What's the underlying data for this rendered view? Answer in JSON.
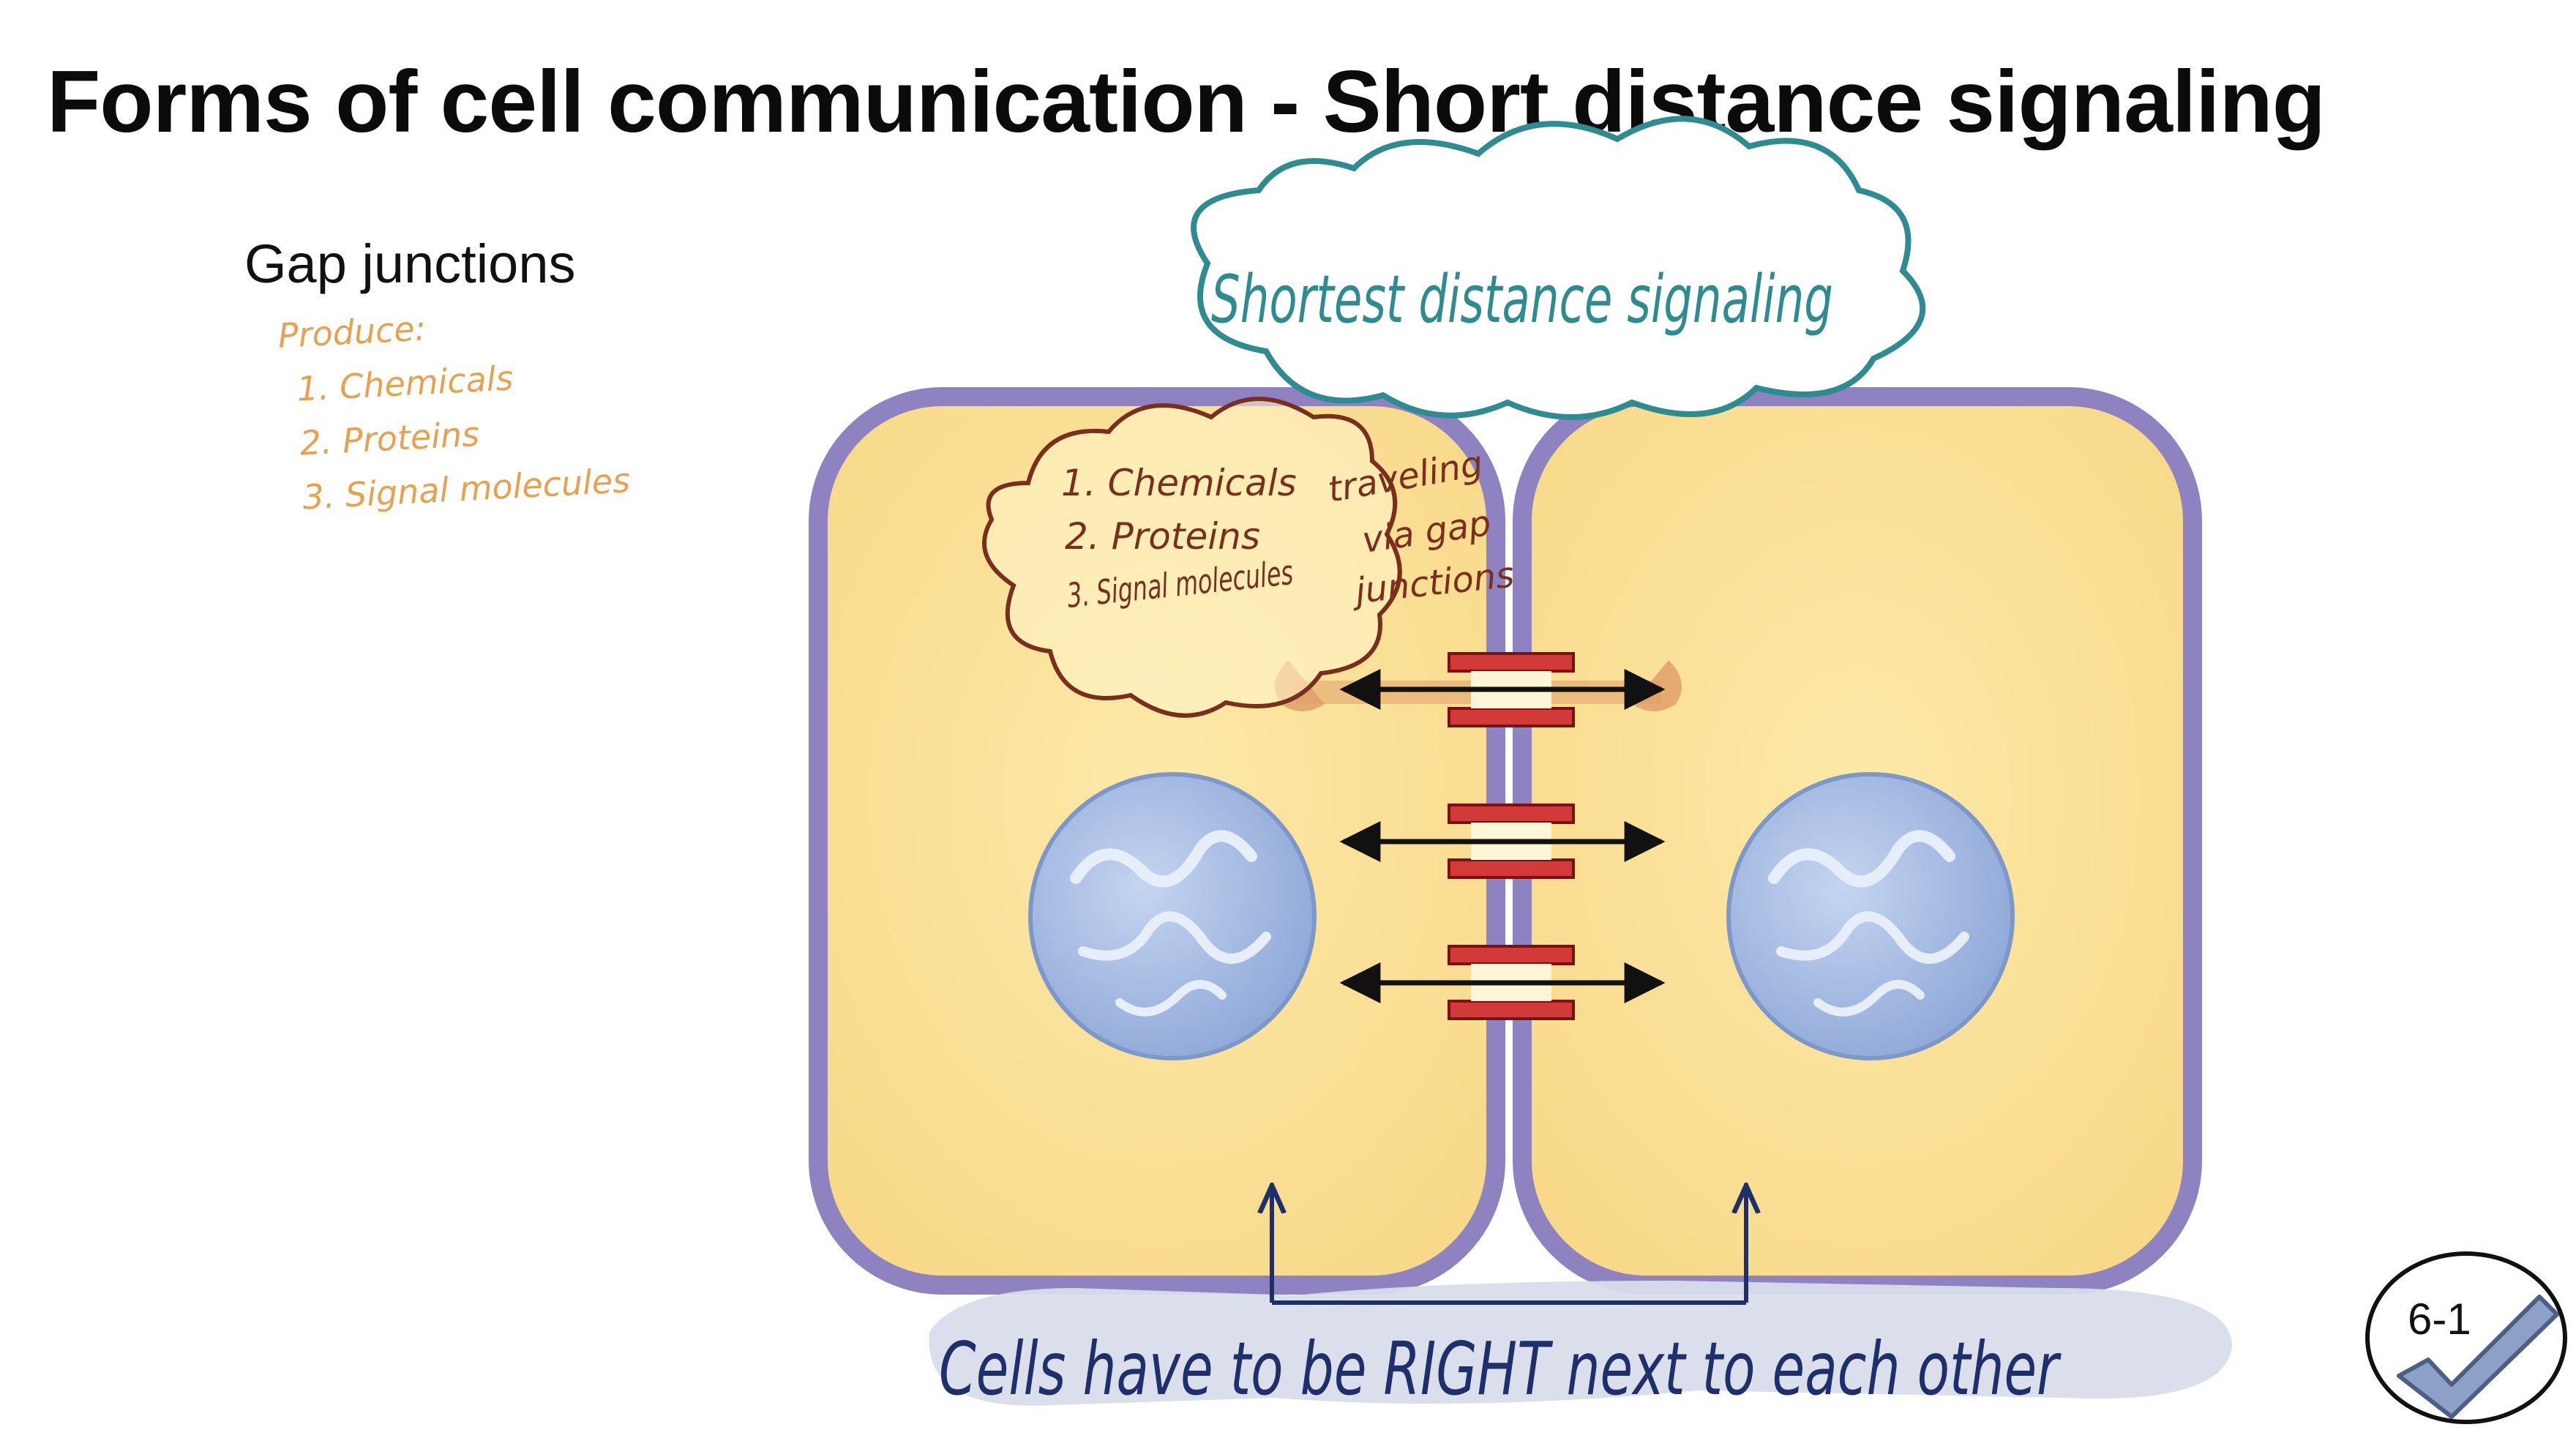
{
  "slide": {
    "title": "Forms of cell communication - Short distance signaling",
    "subtitle": "Gap junctions",
    "notes": {
      "heading": "Produce:",
      "items": [
        "1. Chemicals",
        "2. Proteins",
        "3. Signal molecules"
      ]
    }
  },
  "diagram": {
    "cloud_label": "Shortest distance signaling",
    "thought_bubble_items": [
      "1. Chemicals",
      "2. Proteins",
      "3. Signal molecules"
    ],
    "side_note_lines": [
      "traveling",
      "via gap",
      "junctions"
    ],
    "bottom_label": "Cells have to be RIGHT next to each other",
    "colors": {
      "cell_fill": "#fde6a3",
      "cell_border": "#8f82c0",
      "nucleus": "#9fb6e0",
      "junction": "#d23a3a",
      "cloud": "#2e8b8f",
      "bubble": "#7a2e1c",
      "bottom_highlight": "#d9dcea",
      "bottom_text": "#1f2f6b",
      "notes": "#e8a24f"
    }
  },
  "badge": {
    "label": "6-1",
    "icon": "checkmark-icon"
  }
}
